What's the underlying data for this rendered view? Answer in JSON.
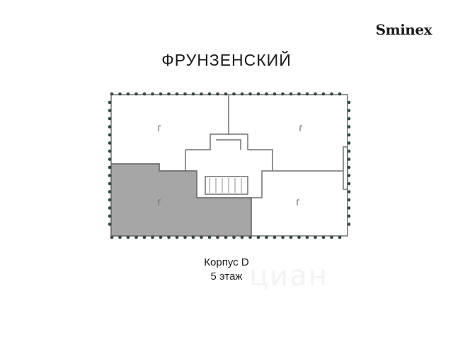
{
  "brand": {
    "logo_text": "Sminex"
  },
  "project": {
    "title": "ФРУНЗЕНСКИЙ"
  },
  "plan": {
    "highlight_color": "#a6a6a6",
    "wall_color": "#707070"
  },
  "caption": {
    "building": "Корпус D",
    "floor": "5 этаж"
  },
  "watermark": {
    "text": "циан"
  }
}
